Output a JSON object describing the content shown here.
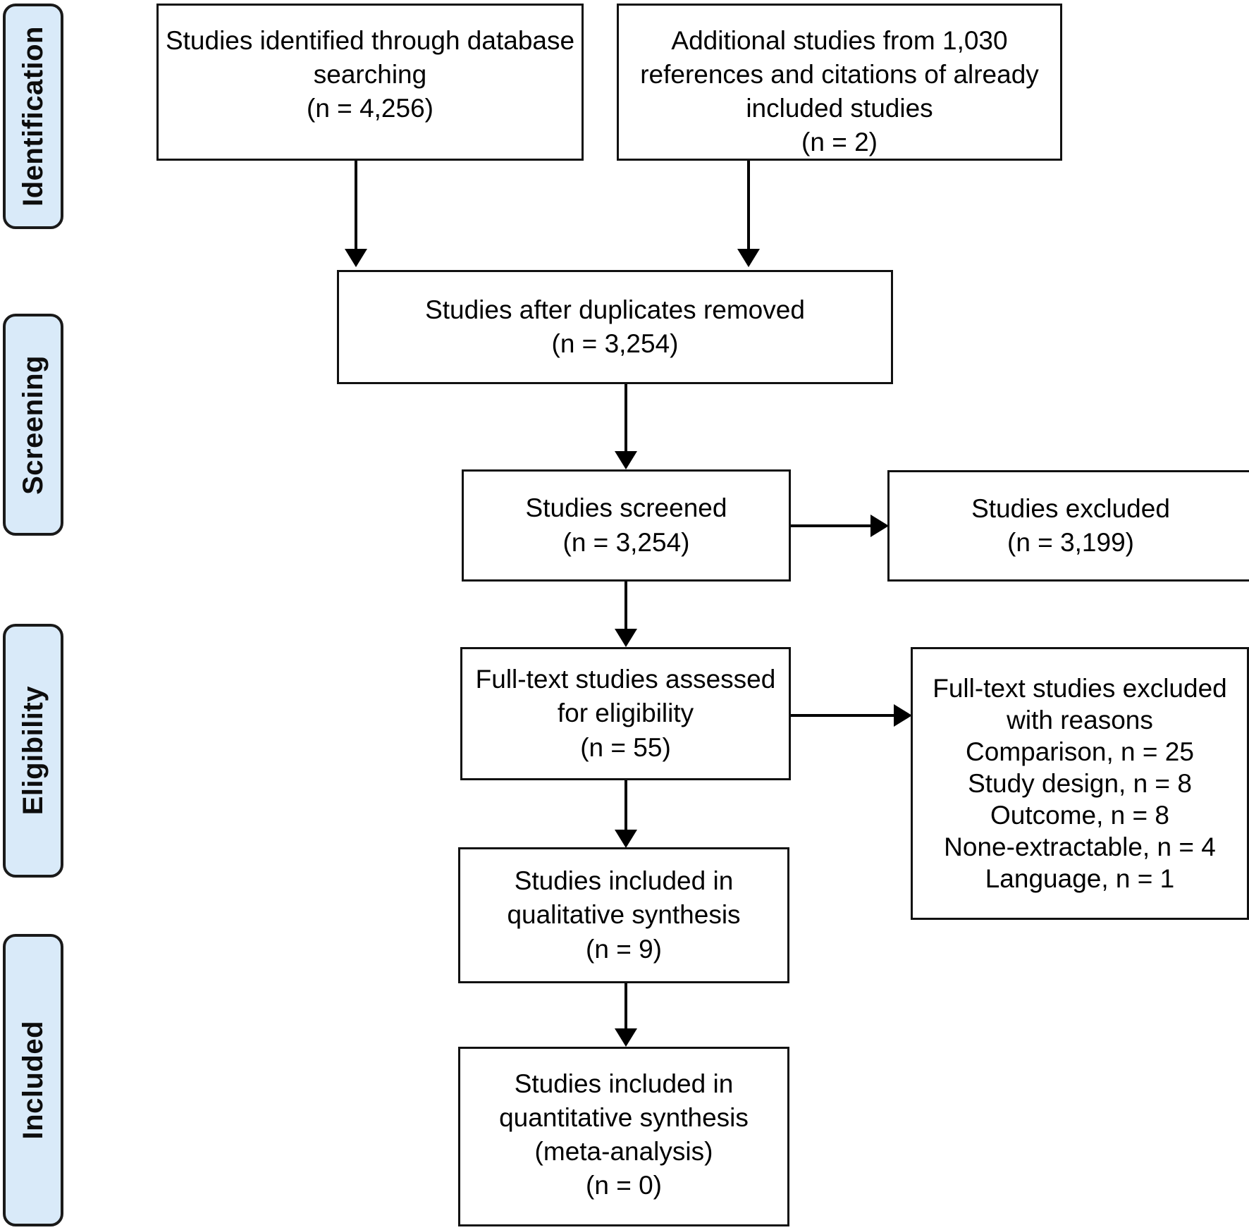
{
  "diagram": {
    "type": "prisma-flow-diagram",
    "stages": [
      {
        "id": "identification",
        "label": "Identification"
      },
      {
        "id": "screening",
        "label": "Screening"
      },
      {
        "id": "eligibility",
        "label": "Eligibility"
      },
      {
        "id": "included",
        "label": "Included"
      }
    ],
    "nodes": {
      "database_search": {
        "lines": [
          "Studies identified through database",
          "searching",
          "(n = 4,256)"
        ]
      },
      "additional_sources": {
        "lines": [
          "Additional studies from 1,030",
          "references and citations of already",
          "included studies",
          "(n = 2)"
        ]
      },
      "duplicates_removed": {
        "lines": [
          "Studies after duplicates removed",
          "(n = 3,254)"
        ]
      },
      "screened": {
        "lines": [
          "Studies screened",
          "(n = 3,254)"
        ]
      },
      "screened_excluded": {
        "lines": [
          "Studies excluded",
          "(n = 3,199)"
        ]
      },
      "fulltext_assessed": {
        "lines": [
          "Full-text studies assessed",
          "for eligibility",
          "(n = 55)"
        ]
      },
      "fulltext_excluded": {
        "lines": [
          "Full-text studies excluded",
          "with reasons",
          "Comparison, n = 25",
          "Study design, n = 8",
          "Outcome, n = 8",
          "None-extractable, n = 4",
          "Language, n = 1"
        ]
      },
      "qualitative_synthesis": {
        "lines": [
          "Studies included in",
          "qualitative synthesis",
          "(n = 9)"
        ]
      },
      "quantitative_synthesis": {
        "lines": [
          "Studies included in",
          "quantitative synthesis",
          "(meta-analysis)",
          "(n = 0)"
        ]
      }
    },
    "colors": {
      "stage_fill": "#d9eaf9",
      "stage_border": "#1a1a1a",
      "node_border": "#111111",
      "node_fill": "#ffffff",
      "connector": "#000000",
      "text": "#000000"
    }
  }
}
